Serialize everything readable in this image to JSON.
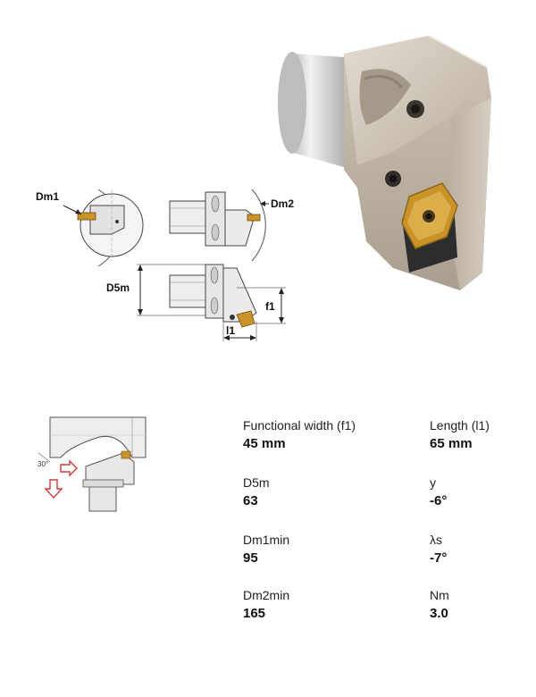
{
  "drawing_labels": {
    "dm1": "Dm1",
    "dm2": "Dm2",
    "d5m": "D5m",
    "f1": "f1",
    "l1": "l1"
  },
  "diagram_labels": {
    "angle": "30°"
  },
  "specs": [
    {
      "label": "Functional width (f1)",
      "value": "45 mm"
    },
    {
      "label": "Length (l1)",
      "value": "65 mm"
    },
    {
      "label": "D5m",
      "value": "63"
    },
    {
      "label": "y",
      "value": "-6°"
    },
    {
      "label": "Dm1min",
      "value": "95"
    },
    {
      "label": "λs",
      "value": "-7°"
    },
    {
      "label": "Dm2min",
      "value": "165"
    },
    {
      "label": "Nm",
      "value": "3.0"
    }
  ],
  "colors": {
    "insert_gold": "#c9932a",
    "body_metal": "#c8bfb2",
    "arrow_red": "#d43a3a"
  }
}
